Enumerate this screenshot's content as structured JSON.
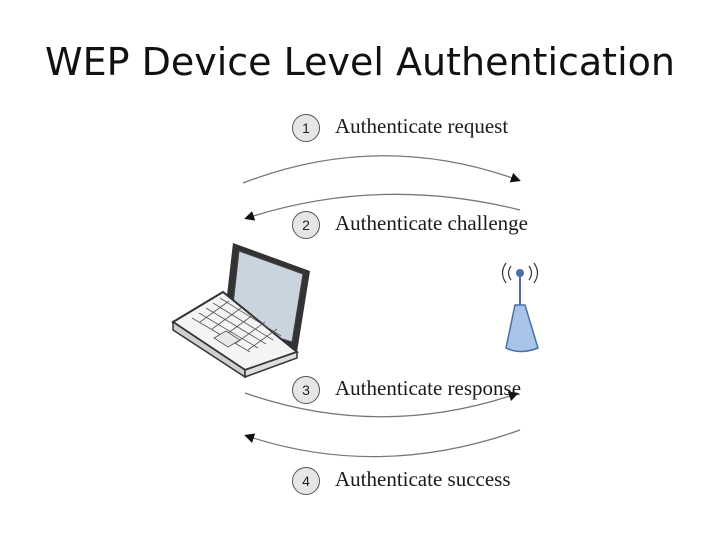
{
  "title": "WEP Device Level Authentication",
  "steps": [
    {
      "number": "1",
      "label": "Authenticate request"
    },
    {
      "number": "2",
      "label": "Authenticate challenge"
    },
    {
      "number": "3",
      "label": "Authenticate response"
    },
    {
      "number": "4",
      "label": "Authenticate success"
    }
  ],
  "icons": {
    "client": "laptop-icon",
    "access_point": "access-point-icon"
  },
  "colors": {
    "access_point_fill": "#a8c4e8",
    "laptop_screen": "#c9d4df"
  }
}
